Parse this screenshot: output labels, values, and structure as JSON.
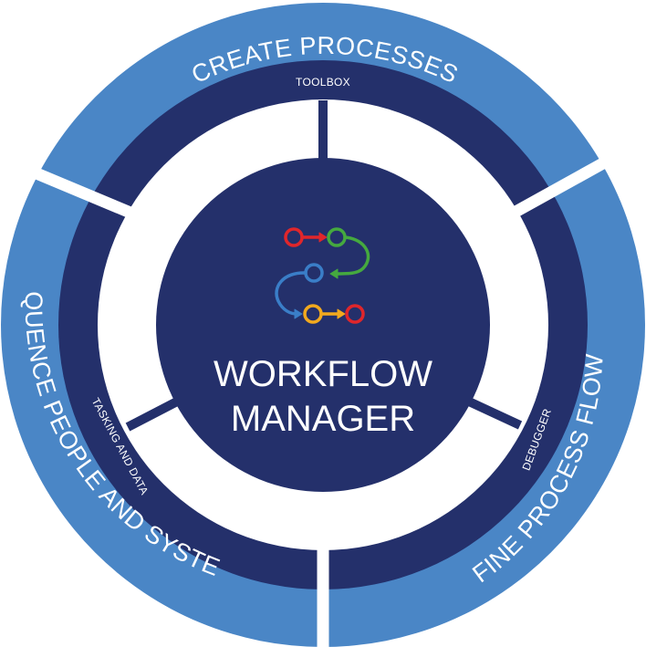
{
  "center": {
    "title_line1": "WORKFLOW",
    "title_line2": "MANAGER"
  },
  "outer_ring": {
    "top": "CREATE PROCESSES",
    "right": "REFINE PROCESS FLOWS",
    "left": "SEQUENCE PEOPLE AND SYSTEMS"
  },
  "inner_ring": {
    "top": "TOOLBOX",
    "right": "DEBUGGER",
    "left": "TASKING AND DATA"
  },
  "colors": {
    "outer_ring": "#4a86c6",
    "inner_ring": "#24306b",
    "center": "#24306b",
    "gap": "#ffffff",
    "node_red": "#e0262b",
    "node_green": "#45a93f",
    "node_blue": "#3a7ec8",
    "node_yellow": "#f2a91e"
  }
}
